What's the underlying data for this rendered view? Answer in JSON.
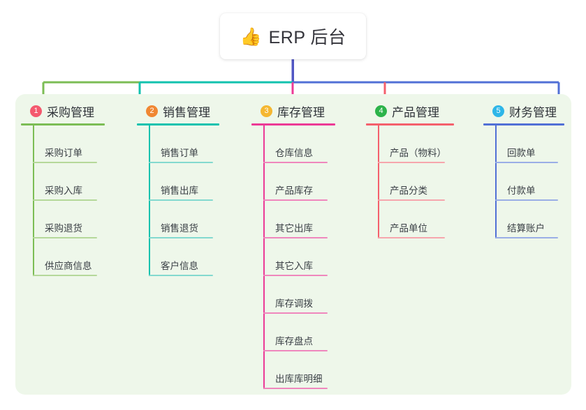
{
  "root": {
    "icon": "thumbs-up-icon",
    "icon_glyph": "👍",
    "title": "ERP 后台"
  },
  "theme": {
    "page_background": "#ffffff",
    "panel_background": "#eef7ea",
    "card_background": "#ffffff",
    "stem_color": "#5157c4",
    "title_text_color": "#33333a"
  },
  "columns": [
    {
      "index": "1",
      "badge_color": "#f4596e",
      "line_color": "#7cbd55",
      "sub_line_color": "#b5d89a",
      "title": "采购管理",
      "items": [
        "采购订单",
        "采购入库",
        "采购退货",
        "供应商信息"
      ]
    },
    {
      "index": "2",
      "badge_color": "#f08733",
      "line_color": "#12c2ae",
      "sub_line_color": "#83d9cf",
      "title": "销售管理",
      "items": [
        "销售订单",
        "销售出库",
        "销售退货",
        "客户信息"
      ]
    },
    {
      "index": "3",
      "badge_color": "#f5b731",
      "line_color": "#ec3a96",
      "sub_line_color": "#ef87bd",
      "title": "库存管理",
      "items": [
        "仓库信息",
        "产品库存",
        "其它出库",
        "其它入库",
        "库存调拨",
        "库存盘点",
        "出库库明细"
      ]
    },
    {
      "index": "4",
      "badge_color": "#2cb34a",
      "line_color": "#f4606c",
      "sub_line_color": "#f6a6ad",
      "title": "产品管理",
      "items": [
        "产品（物料）",
        "产品分类",
        "产品单位"
      ]
    },
    {
      "index": "5",
      "badge_color": "#2eb6e8",
      "line_color": "#5170d6",
      "sub_line_color": "#9aaee6",
      "title": "财务管理",
      "items": [
        "回款单",
        "付款单",
        "结算账户"
      ]
    }
  ]
}
